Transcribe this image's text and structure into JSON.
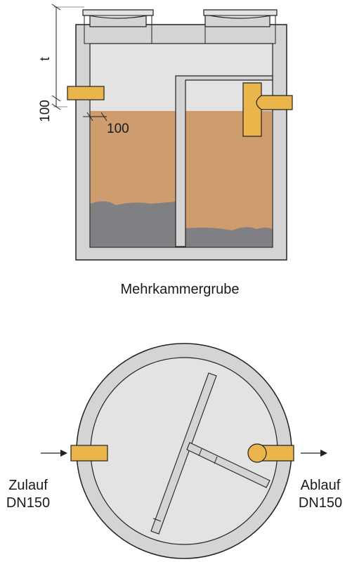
{
  "section_view": {
    "caption": "Mehrkammergrube",
    "dim_depth": "t",
    "dim_height": "100",
    "dim_offset": "100"
  },
  "plan_view": {
    "inlet_label": "Zulauf",
    "inlet_size": "DN150",
    "outlet_label": "Ablauf",
    "outlet_size": "DN150"
  },
  "colors": {
    "concrete": "#d4d4d4",
    "interior": "#e3e3e3",
    "liquid": "#cf9c6e",
    "sludge": "#7f7f84",
    "pipe": "#eab54a",
    "outline": "#222222"
  }
}
